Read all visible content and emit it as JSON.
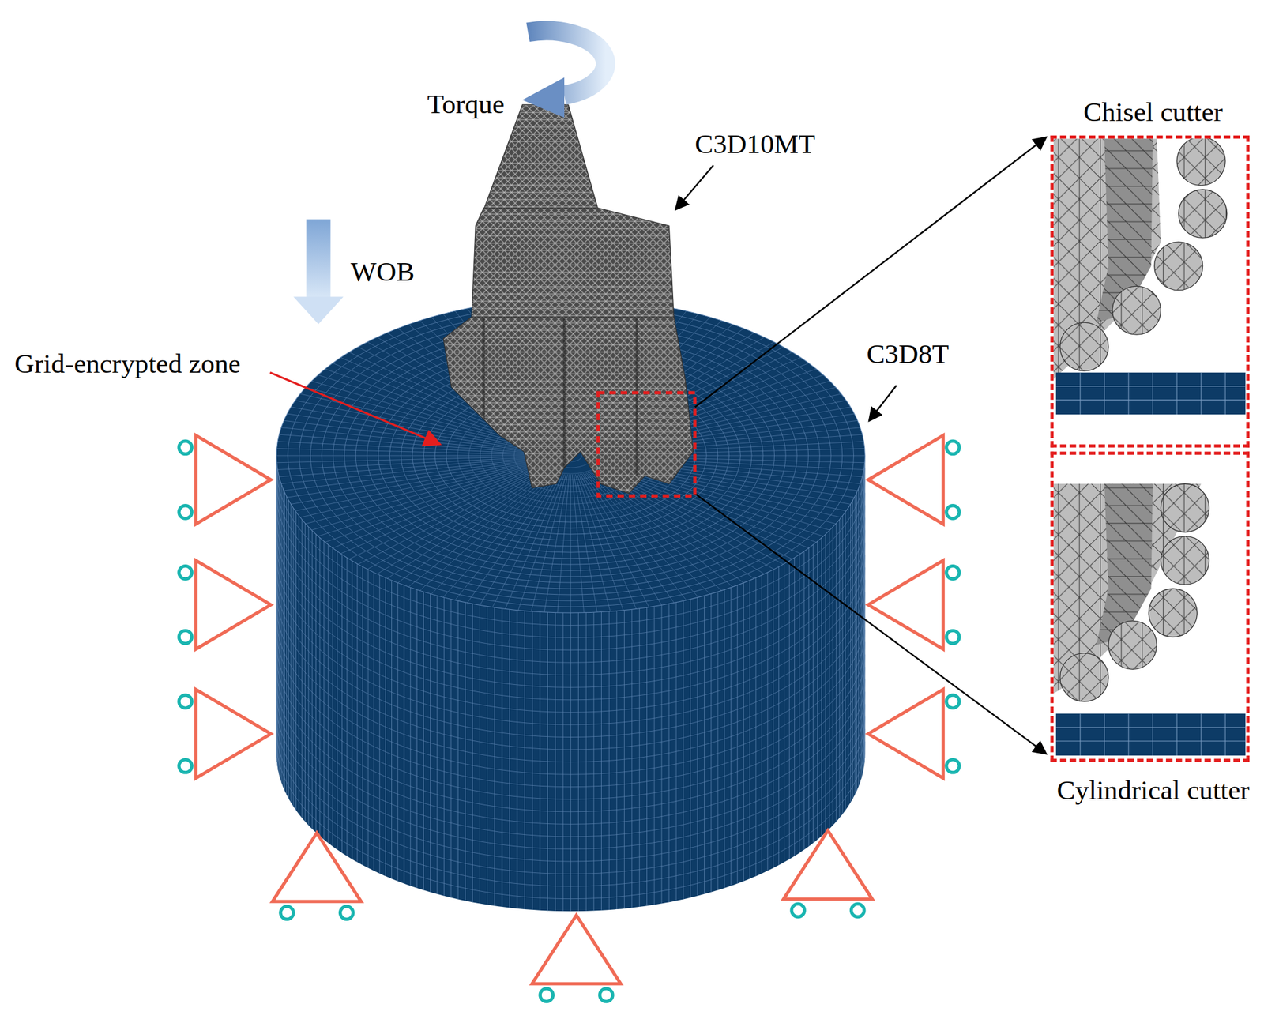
{
  "diagram": {
    "nodes": [
      {
        "text": [
          "Chisel cutter"
        ]
      },
      {
        "text": [
          "Cylindrical cutter"
        ]
      }
    ],
    "labels": [
      "Torque",
      "C3D10MT",
      "WOB",
      "Grid-encrypted zone",
      "C3D8T"
    ]
  }
}
